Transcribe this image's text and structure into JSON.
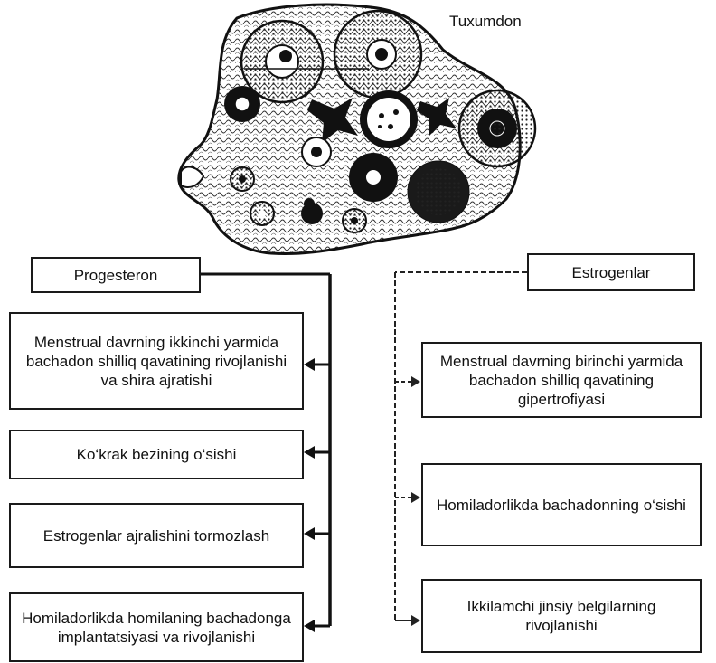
{
  "ovary_label": "Tuxumdon",
  "progesterone": {
    "title": "Progesteron",
    "effects": [
      "Menstrual davrning ikkinchi yarmida bachadon shilliq qavatining rivojlanishi va shira ajratishi",
      "Ko‘krak bezining o‘sishi",
      "Estrogenlar ajralishini tormozlash",
      "Homiladorlikda homilaning bachadonga implantatsiyasi va rivojlanishi"
    ]
  },
  "estrogens": {
    "title": "Estrogenlar",
    "effects": [
      "Menstrual davrning birinchi yarmida bachadon shilliq qavatining gipertrofiyasi",
      "Homiladorlikda bachadonning o‘sishi",
      "Ikkilamchi jinsiy belgilarning rivojlanishi"
    ]
  }
}
